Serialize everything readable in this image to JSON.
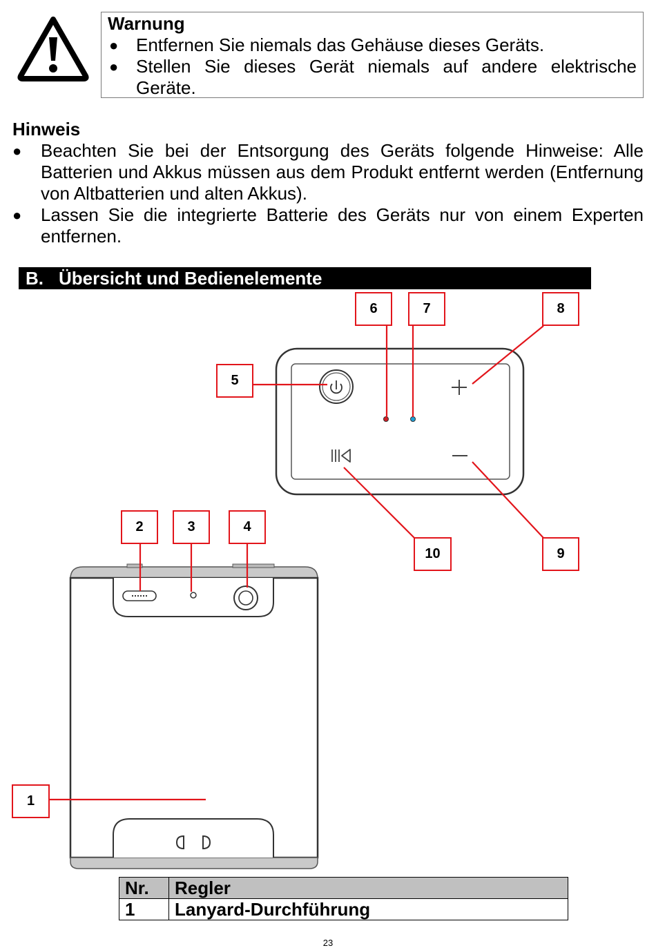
{
  "warning": {
    "title": "Warnung",
    "items": [
      "Entfernen Sie niemals das Gehäuse dieses Geräts.",
      "Stellen Sie dieses Gerät niemals auf andere elektrische Geräte."
    ]
  },
  "hint": {
    "title": "Hinweis",
    "items": [
      "Beachten Sie bei der Entsorgung des Geräts folgende Hinweise: Alle Batterien und Akkus müssen aus dem Produkt entfernt werden (Entfernung von Altbatterien und alten Akkus).",
      "Lassen Sie die integrierte Batterie des Geräts nur von einem Experten entfernen."
    ]
  },
  "section": {
    "letter": "B.",
    "title": "Übersicht und Bedienelemente"
  },
  "callouts": [
    "1",
    "2",
    "3",
    "4",
    "5",
    "6",
    "7",
    "8",
    "9",
    "10"
  ],
  "colors": {
    "callout": "#e2151b",
    "led_left": "#d21f26",
    "led_right": "#1f9fd6"
  },
  "table": {
    "headers": [
      "Nr.",
      "Regler"
    ],
    "rows": [
      [
        "1",
        "Lanyard-Durchführung"
      ]
    ]
  },
  "page_number": "23"
}
